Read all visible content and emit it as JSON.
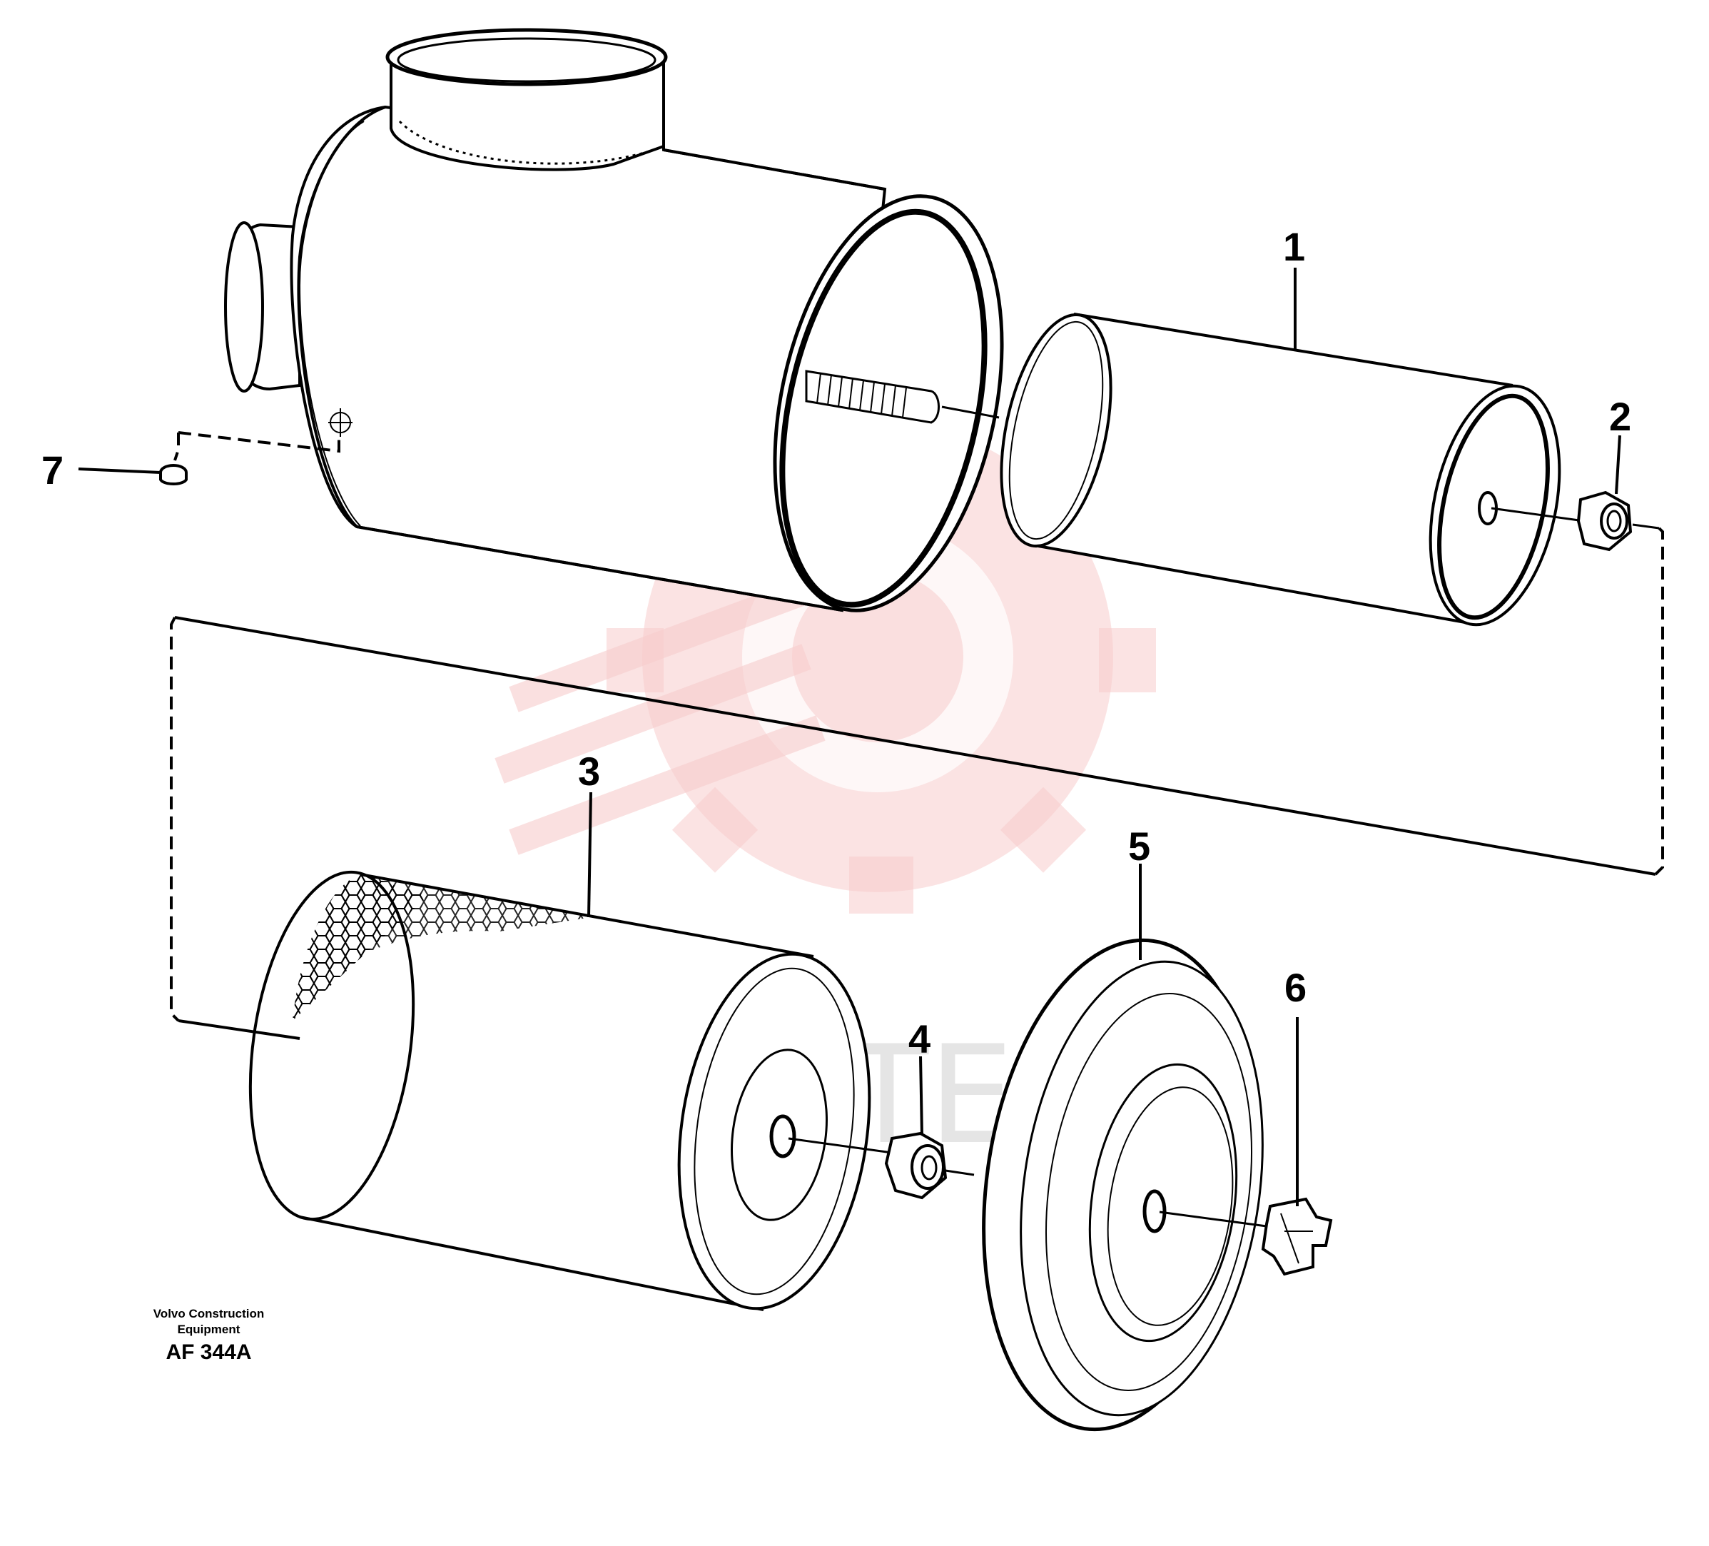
{
  "callouts": [
    {
      "id": "1",
      "label": "1"
    },
    {
      "id": "2",
      "label": "2"
    },
    {
      "id": "3",
      "label": "3"
    },
    {
      "id": "4",
      "label": "4"
    },
    {
      "id": "5",
      "label": "5"
    },
    {
      "id": "6",
      "label": "6"
    },
    {
      "id": "7",
      "label": "7"
    }
  ],
  "caption": {
    "manufacturer": "Volvo Construction Equipment",
    "drawing_code": "AF 344A"
  },
  "watermark": {
    "text": "ИНТЕХ",
    "color": "#f6c6c6"
  },
  "colors": {
    "line": "#000000",
    "background": "#ffffff"
  }
}
